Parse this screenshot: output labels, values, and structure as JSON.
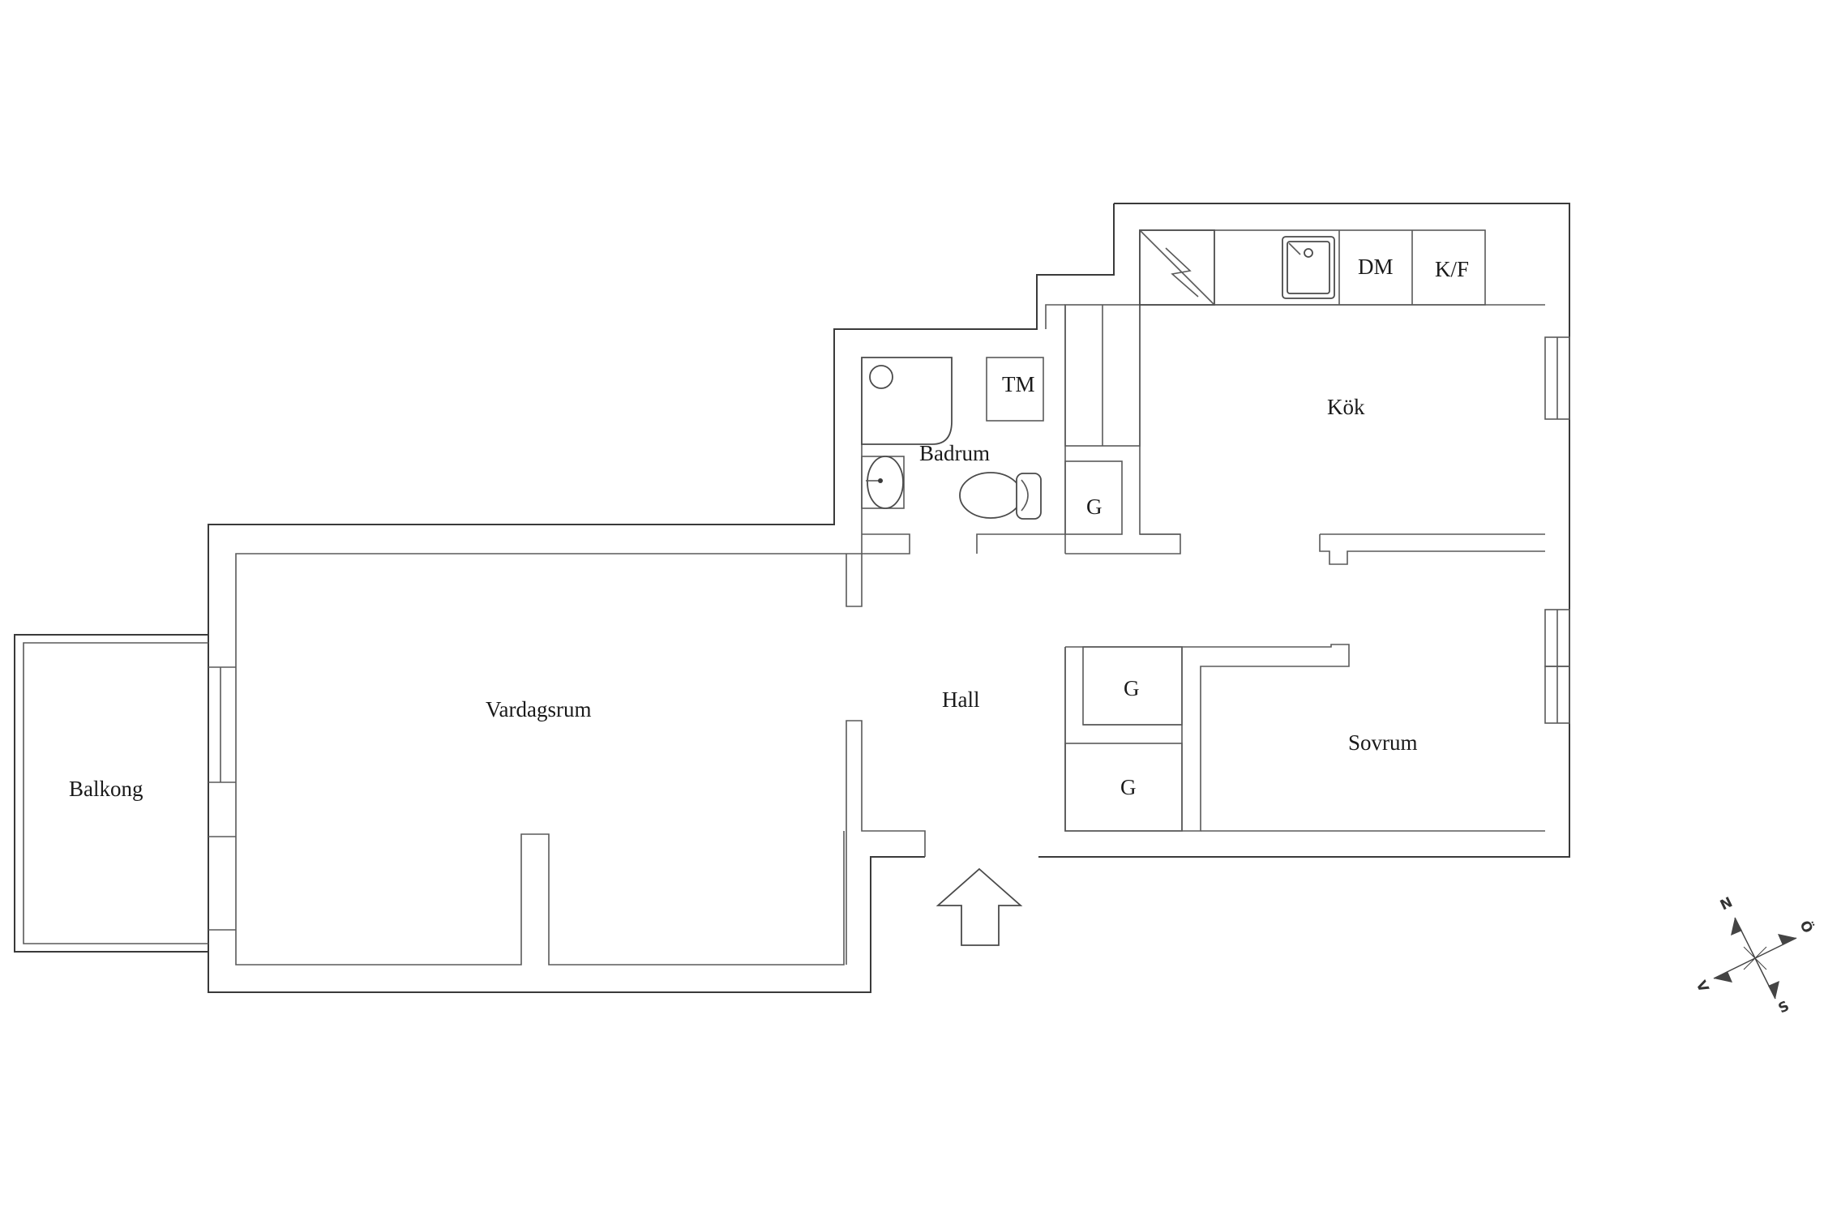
{
  "rooms": {
    "balkong": "Balkong",
    "vardagsrum": "Vardagsrum",
    "hall": "Hall",
    "badrum": "Badrum",
    "kok": "Kök",
    "sovrum": "Sovrum"
  },
  "fixtures": {
    "tm": "TM",
    "dm": "DM",
    "kf": "K/F",
    "garderob_kitchen": "G",
    "garderob_hall_upper": "G",
    "garderob_hall_lower": "G"
  },
  "compass": {
    "north": "N",
    "east": "Ö",
    "south": "S",
    "west": "V"
  },
  "colors": {
    "wall": "#3a3a3a",
    "background": "#ffffff",
    "compass": "#444444"
  }
}
